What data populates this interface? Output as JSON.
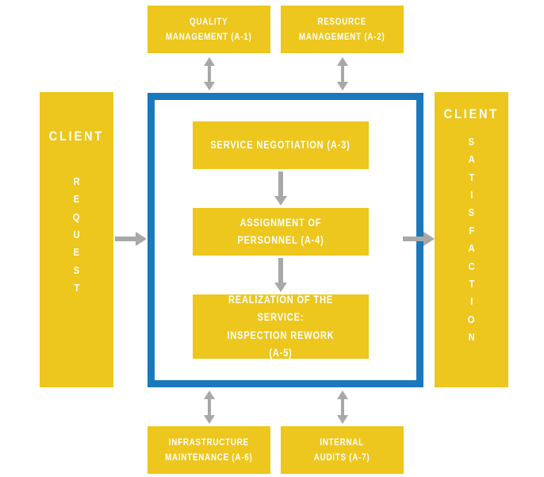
{
  "diagram": {
    "title": "Service process IDEF/SIPOC style block diagram",
    "colors": {
      "box_yellow": "#edc61e",
      "frame_blue": "#1b78bd",
      "arrow_gray": "#a8a8a8",
      "label_white": "#ffffff",
      "background": "#ffffff"
    },
    "support_top": [
      {
        "id": "A-1",
        "label": "QUALITY\nMANAGEMENT (A-1)"
      },
      {
        "id": "A-2",
        "label": "RESOURCE\nMANAGEMENT  (A-2)"
      }
    ],
    "support_bottom": [
      {
        "id": "A-6",
        "label": "INFRASTRUCTURE\nMAINTENANCE  (A-6)"
      },
      {
        "id": "A-7",
        "label": "INTERNAL\nAUDITS  (A-7)"
      }
    ],
    "core_process": [
      {
        "id": "A-3",
        "label": "SERVICE NEGOTIATION  (A-3)"
      },
      {
        "id": "A-4",
        "label": "ASSIGNMENT OF PERSONNEL  (A-4)"
      },
      {
        "id": "A-5",
        "label": "REALIZATION OF THE SERVICE:\nINSPECTION REWORK\n(A-5)"
      }
    ],
    "input_panel": {
      "heading": "CLIENT",
      "vertical_word": "REQUEST",
      "vertical_letters": [
        "R",
        "E",
        "Q",
        "U",
        "E",
        "S",
        "T"
      ]
    },
    "output_panel": {
      "heading": "CLIENT",
      "vertical_word": "SATISFACTION",
      "vertical_letters": [
        "S",
        "A",
        "T",
        "I",
        "S",
        "F",
        "A",
        "C",
        "T",
        "I",
        "O",
        "N"
      ]
    },
    "connectors": [
      {
        "name": "input-to-process",
        "type": "single-right"
      },
      {
        "name": "process-to-output",
        "type": "single-right"
      },
      {
        "name": "quality-management-link",
        "type": "double-vertical"
      },
      {
        "name": "resource-management-link",
        "type": "double-vertical"
      },
      {
        "name": "infrastructure-maintenance-link",
        "type": "double-vertical"
      },
      {
        "name": "internal-audits-link",
        "type": "double-vertical"
      },
      {
        "name": "a3-to-a4",
        "type": "single-down"
      },
      {
        "name": "a4-to-a5",
        "type": "single-down"
      }
    ]
  }
}
